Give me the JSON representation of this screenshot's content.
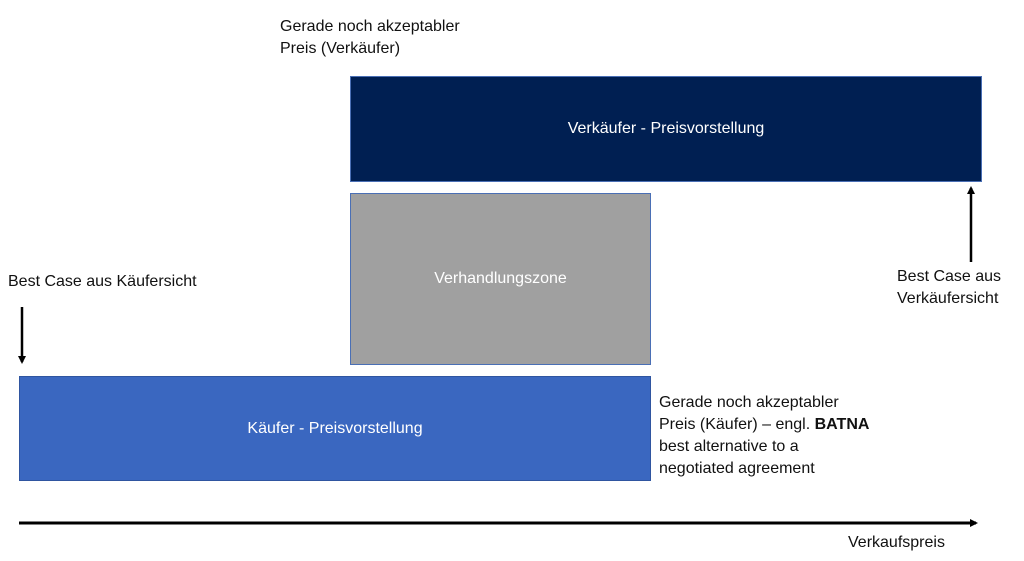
{
  "seller_label": {
    "line1": "Gerade noch akzeptabler",
    "line2": "Preis (Verkäufer)"
  },
  "seller_box": {
    "text": "Verkäufer -  Preisvorstellung",
    "color": "#001f52"
  },
  "zone_box": {
    "text": "Verhandlungszone",
    "color": "#a0a0a0"
  },
  "buyer_box": {
    "text": "Käufer -  Preisvorstellung",
    "color": "#3a67c0"
  },
  "buyer_best": "Best Case aus Käufersicht",
  "seller_best": {
    "line1": "Best Case aus",
    "line2": "Verkäufersicht"
  },
  "batna": {
    "line1": "Gerade noch akzeptabler",
    "line2_prefix": "Preis (Käufer) – engl. ",
    "line2_bold": "BATNA",
    "line3": "best alternative to a",
    "line4": "negotiated agreement"
  },
  "axis_label": "Verkaufspreis"
}
